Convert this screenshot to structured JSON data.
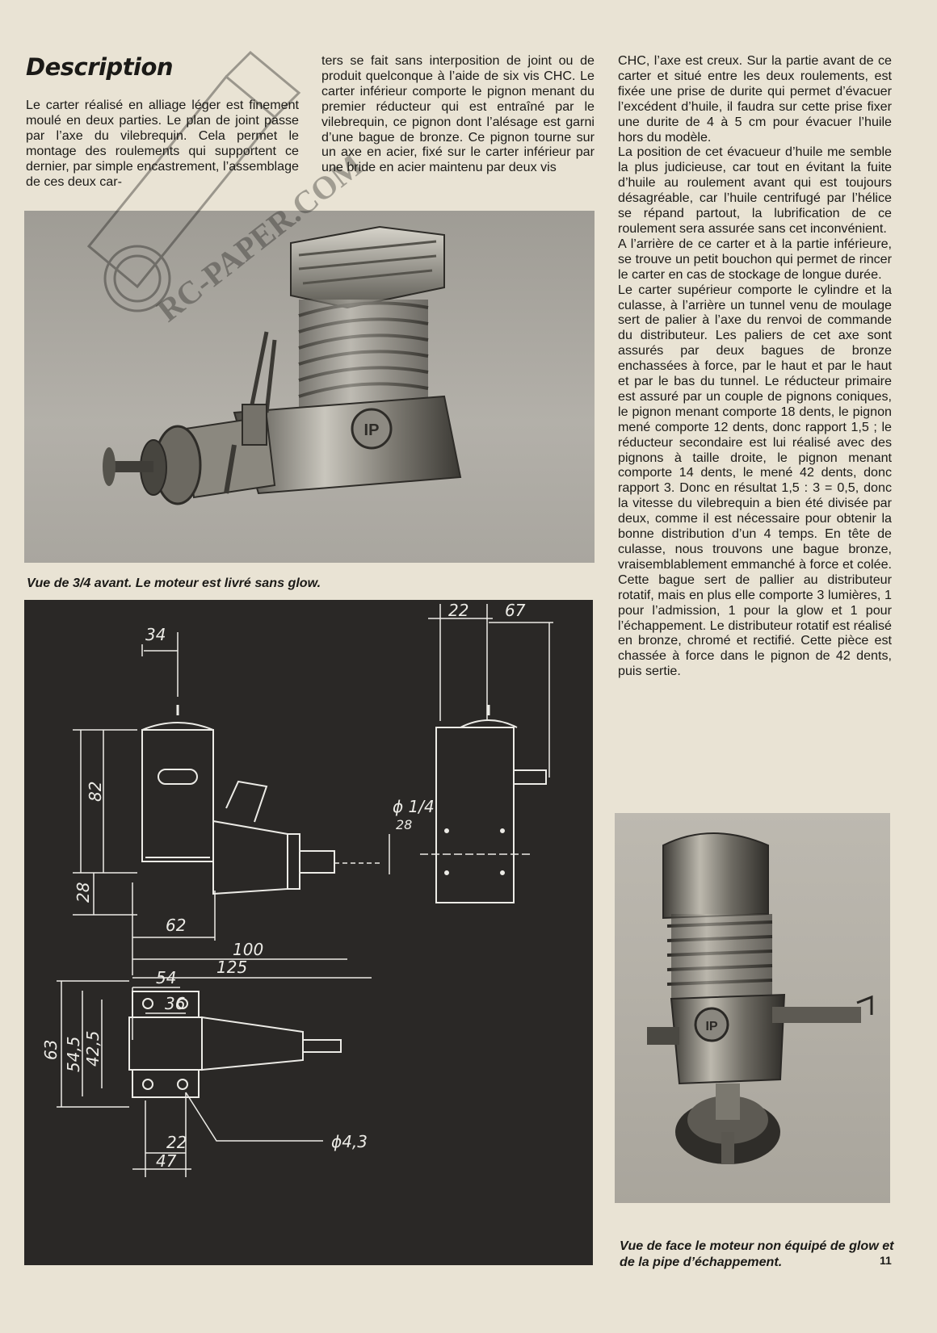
{
  "heading": "Description",
  "columns": {
    "col1": [
      "Le carter réalisé en alliage léger est finement moulé en deux parties. Le plan de joint passe par l’axe du vilebrequin. Cela permet le montage des roulements qui supportent ce dernier, par simple encastrement, l’assemblage de ces deux car-"
    ],
    "col2": [
      "ters se fait sans interposition de joint ou de produit quelconque à l’aide de six vis CHC. Le carter inférieur comporte le pignon menant du premier réducteur qui est entraîné par le vilebrequin, ce pignon dont l’alésage est garni d’une bague de bronze. Ce pignon tourne sur un axe en acier, fixé sur le carter inférieur par une bride en acier maintenu par deux vis"
    ],
    "col3": [
      "CHC, l’axe est creux. Sur la partie avant de ce carter et situé entre les deux roulements, est fixée une prise de durite qui permet d’évacuer l’excédent d’huile, il faudra sur cette prise fixer une durite de 4 à 5 cm pour évacuer l’huile hors du modèle.",
      "La position de cet évacueur d’huile me semble la plus judicieuse, car tout en évitant la fuite d’huile au roulement avant qui est toujours désagréable, car l’huile centrifugé par l’hélice se répand partout, la lubrification de ce roulement sera assurée sans cet inconvénient.",
      "A l’arrière de ce carter et à la partie inférieure, se trouve un petit bouchon qui permet de rincer le carter en cas de stockage de longue durée.",
      "Le carter supérieur comporte le cylindre et la culasse, à l’arrière un tunnel venu de moulage sert de palier à l’axe du renvoi de commande du distributeur. Les paliers de cet axe sont assurés par deux bagues de bronze enchassées à force, par le haut et par le haut et par le bas du tunnel. Le réducteur primaire est assuré par un couple de pignons coniques, le pignon menant comporte 18 dents, le pignon mené comporte 12 dents, donc rapport 1,5 ; le réducteur secondaire est lui réalisé avec des pignons à taille droite, le pignon menant comporte 14 dents, le mené 42 dents, donc rapport 3. Donc en résultat 1,5 : 3 = 0,5, donc la vitesse du vilebrequin a bien été divisée par deux, comme il est nécessaire pour obtenir la bonne distribution d’un 4 temps. En tête de culasse, nous trouvons une bague bronze, vraisemblablement emmanché à force et colée. Cette bague sert de pallier au distributeur rotatif, mais en plus elle comporte 3 lumières, 1 pour l’admission, 1 pour la glow et 1 pour l’échappement. Le distributeur rotatif est réalisé en bronze, chromé et rectifié. Cette pièce est chassée à force dans le pignon de 42 dents, puis sertie."
    ]
  },
  "captions": {
    "front34": "Vue de 3/4 avant. Le moteur est livré sans glow.",
    "front": "Vue de face le moteur non équipé de glow et de la pipe d’échappement."
  },
  "drawing_dims": {
    "d34": "34",
    "d22a": "22",
    "d67": "67",
    "d82": "82",
    "d28a": "28",
    "dphi14": "ϕ 1/4",
    "d28b": "28",
    "d62": "62",
    "d100": "100",
    "d125": "125",
    "d54": "54",
    "d36": "36",
    "d63": "63",
    "d545": "54,5",
    "d425": "42,5",
    "d22b": "22",
    "d47": "47",
    "dphi43": "ϕ4,3"
  },
  "stamp_text": "RC-PAPER.COM",
  "page_number": "11"
}
